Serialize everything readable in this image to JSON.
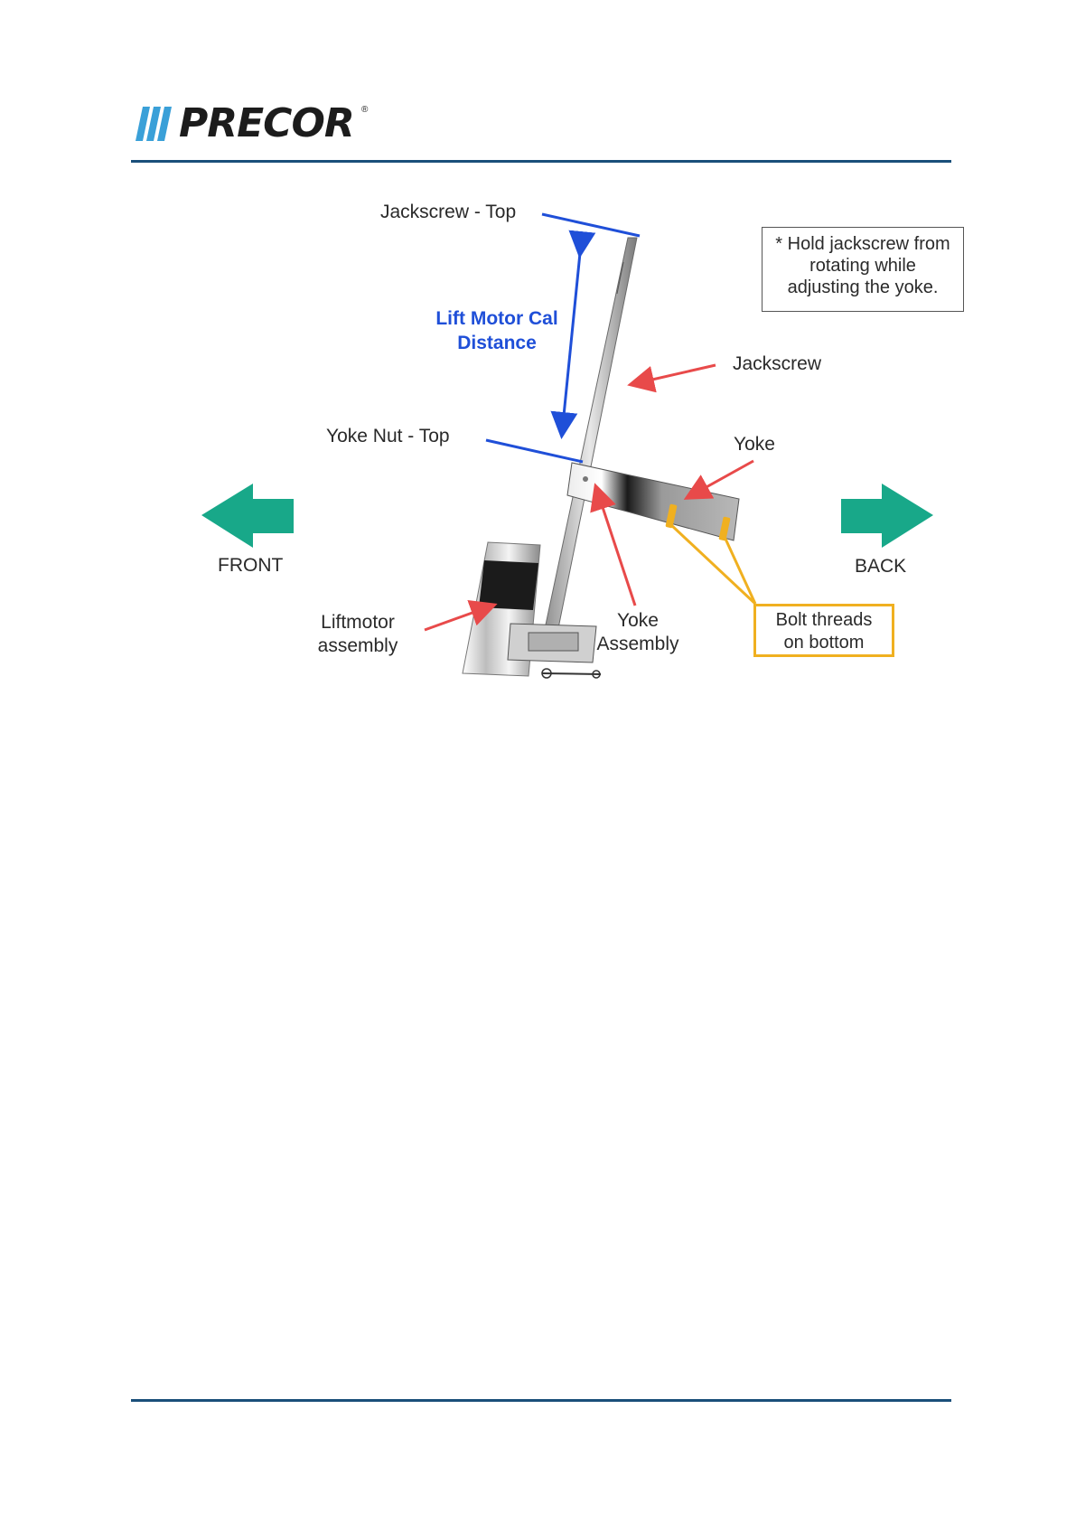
{
  "header": {
    "brand": "PRECOR",
    "registered_mark": "®"
  },
  "labels": {
    "jackscrew_top": "Jackscrew - Top",
    "cal_distance_line1": "Lift Motor Cal",
    "cal_distance_line2": "Distance",
    "jackscrew": "Jackscrew",
    "yoke_nut_top": "Yoke Nut - Top",
    "yoke": "Yoke",
    "front": "FRONT",
    "back": "BACK",
    "liftmotor_line1": "Liftmotor",
    "liftmotor_line2": "assembly",
    "yoke_assembly_line1": "Yoke",
    "yoke_assembly_line2": "Assembly"
  },
  "note": {
    "line1": "* Hold jackscrew from",
    "line2": "rotating while",
    "line3": "adjusting the yoke."
  },
  "bolt_box": {
    "line1": "Bolt threads",
    "line2": "on bottom"
  },
  "colors": {
    "header_rule": "#1a4f7a",
    "dimension_blue": "#1f4fd8",
    "callout_red": "#e84a4a",
    "bolt_highlight": "#f0b020",
    "direction_arrow": "#18a889"
  },
  "icons": {
    "front_arrow": "arrow-left-icon",
    "back_arrow": "arrow-right-icon"
  }
}
